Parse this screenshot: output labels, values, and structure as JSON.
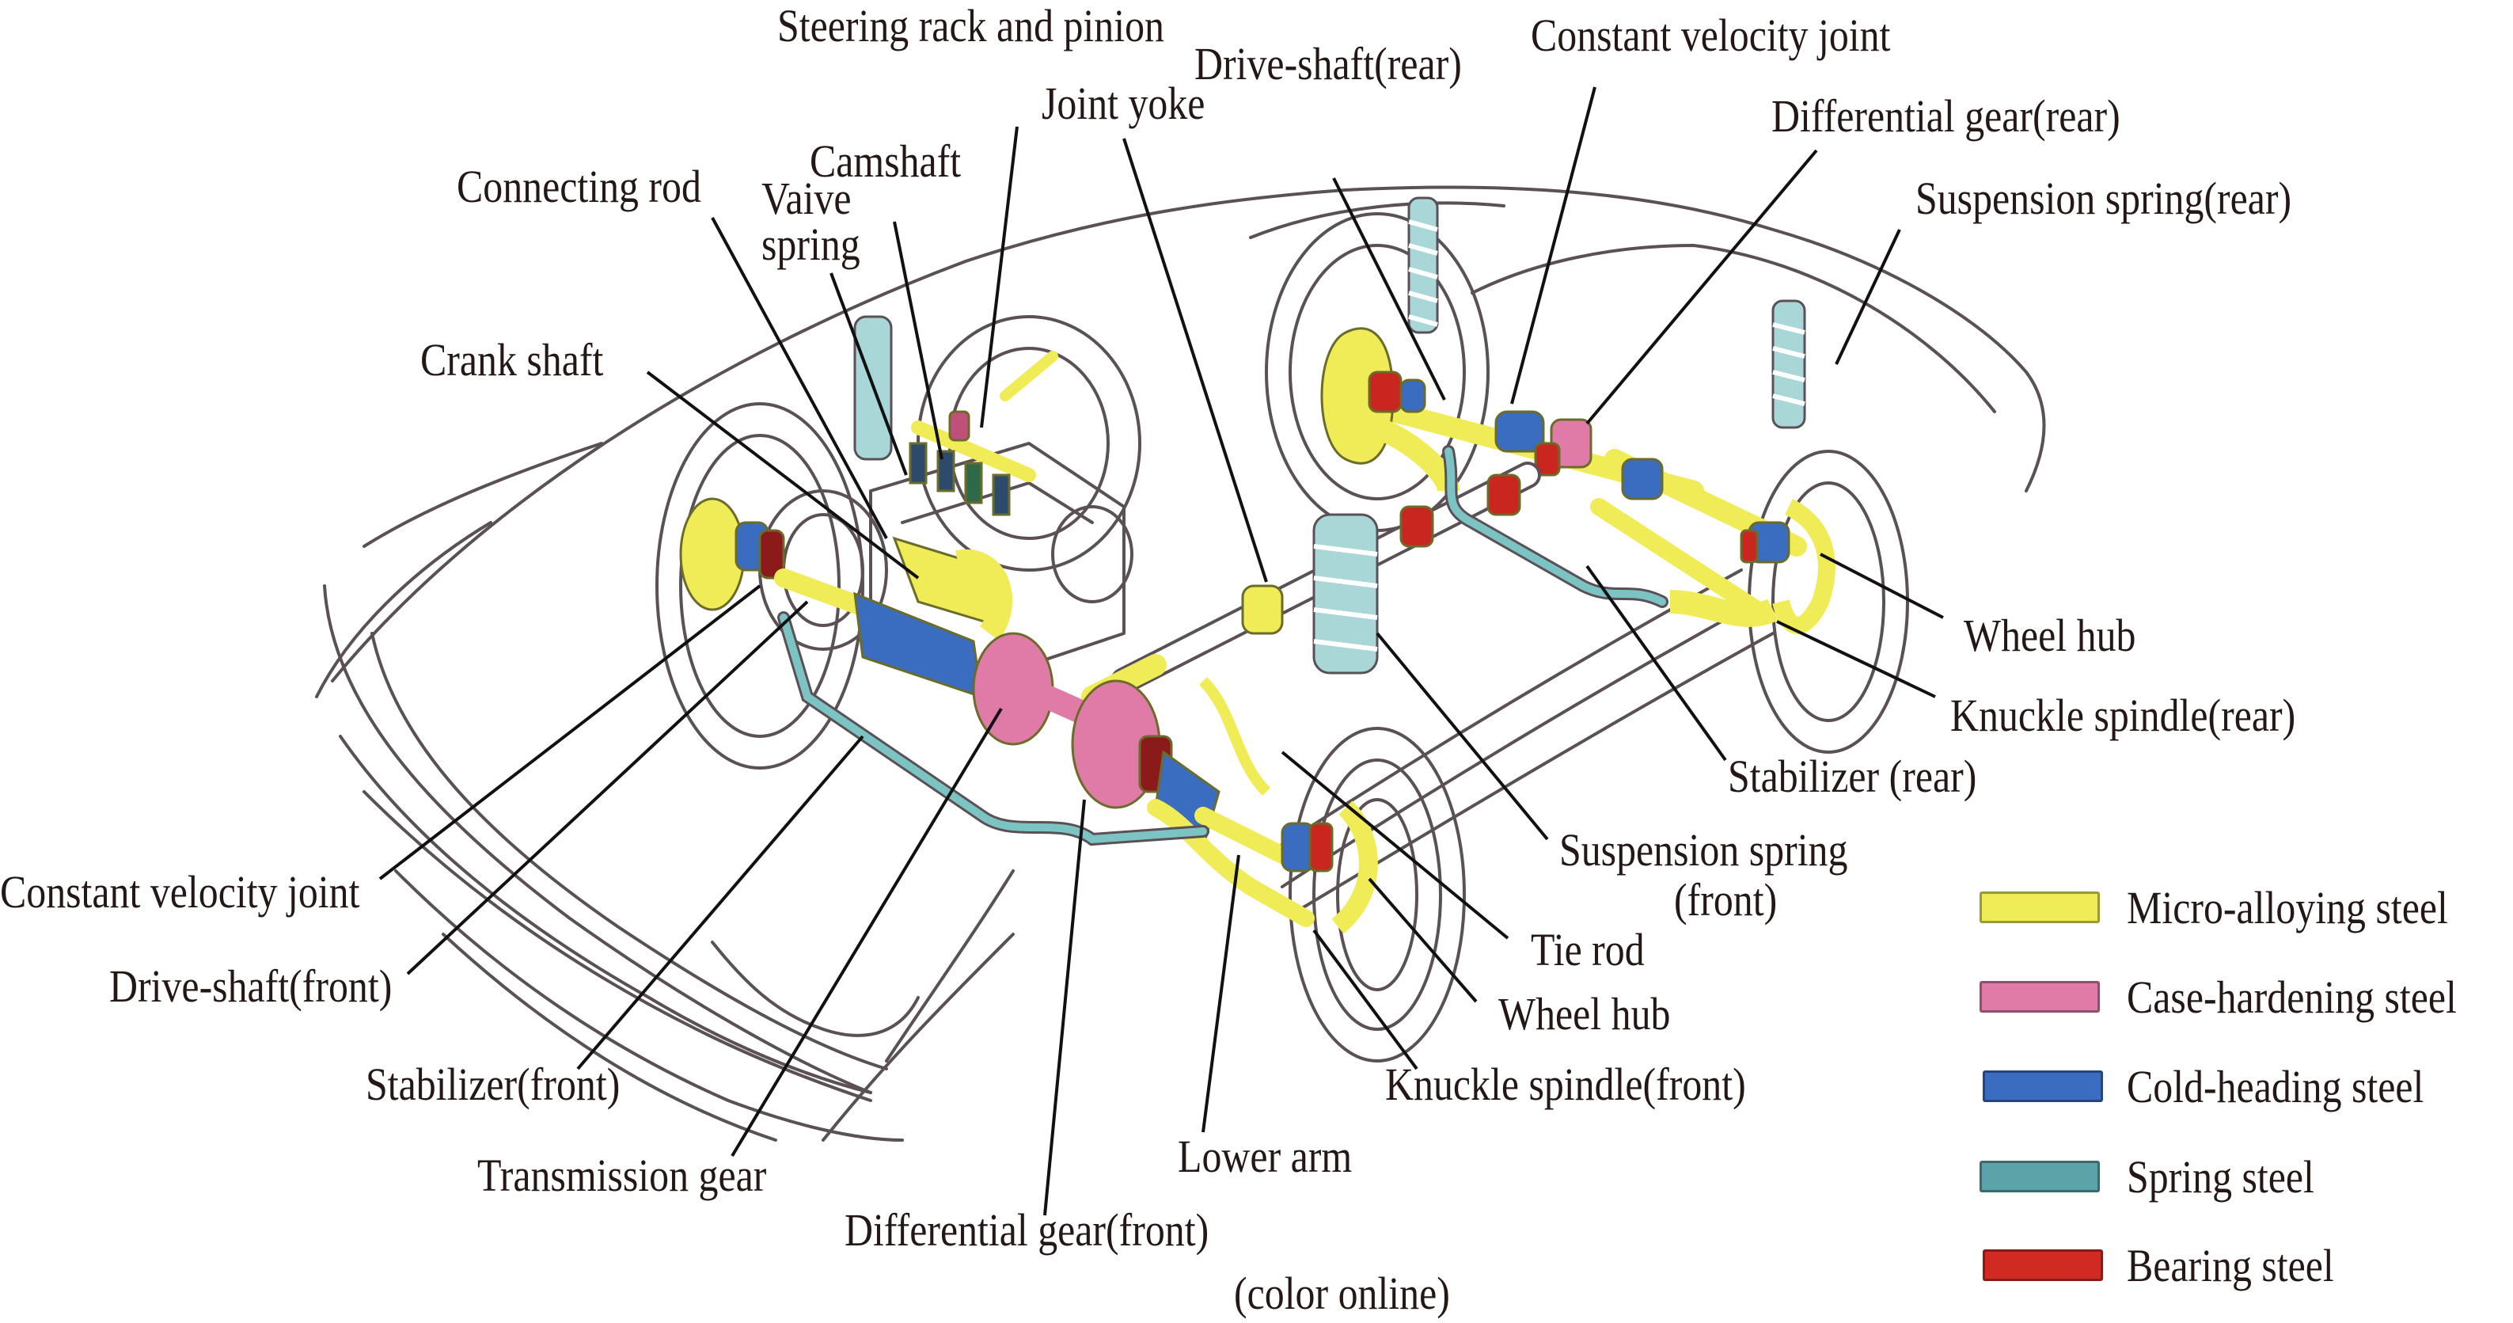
{
  "figure": {
    "caption_note": "(color online)",
    "labels": {
      "steering_rack_and_pinion": "Steering rack and pinion",
      "drive_shaft_rear": "Drive-shaft(rear)",
      "constant_velocity_joint_rear": "Constant velocity joint",
      "joint_yoke": "Joint yoke",
      "differential_gear_rear": "Differential gear(rear)",
      "camshaft": "Camshaft",
      "connecting_rod": "Connecting rod",
      "valve_spring_line1": "Vaive",
      "valve_spring_line2": "spring",
      "suspension_spring_rear": "Suspension spring(rear)",
      "crank_shaft": "Crank shaft",
      "wheel_hub_rear": "Wheel hub",
      "knuckle_spindle_rear": "Knuckle spindle(rear)",
      "stabilizer_rear": "Stabilizer (rear)",
      "suspension_spring_front_line1": "Suspension spring",
      "suspension_spring_front_line2": "(front)",
      "constant_velocity_joint_front": "Constant velocity joint",
      "tie_rod": "Tie rod",
      "drive_shaft_front": "Drive-shaft(front)",
      "wheel_hub_front": "Wheel hub",
      "stabilizer_front": "Stabilizer(front)",
      "knuckle_spindle_front": "Knuckle spindle(front)",
      "transmission_gear": "Transmission gear",
      "lower_arm": "Lower arm",
      "differential_gear_front": "Differential gear(front)"
    },
    "legend": [
      {
        "label": "Micro-alloying steel",
        "color": "#f0ec58"
      },
      {
        "label": "Case-hardening steel",
        "color": "#e07aa6"
      },
      {
        "label": "Cold-heading steel",
        "color": "#3a6cc0"
      },
      {
        "label": "Spring steel",
        "color": "#5ba3a8"
      },
      {
        "label": "Bearing steel",
        "color": "#d02a22"
      }
    ],
    "material_colors": {
      "micro_alloying": "#f0ec58",
      "case_hardening": "#e07aa6",
      "cold_heading": "#3a6cc0",
      "spring": "#7cc4c4",
      "bearing": "#c8261e",
      "outline": "#5a5055"
    }
  }
}
